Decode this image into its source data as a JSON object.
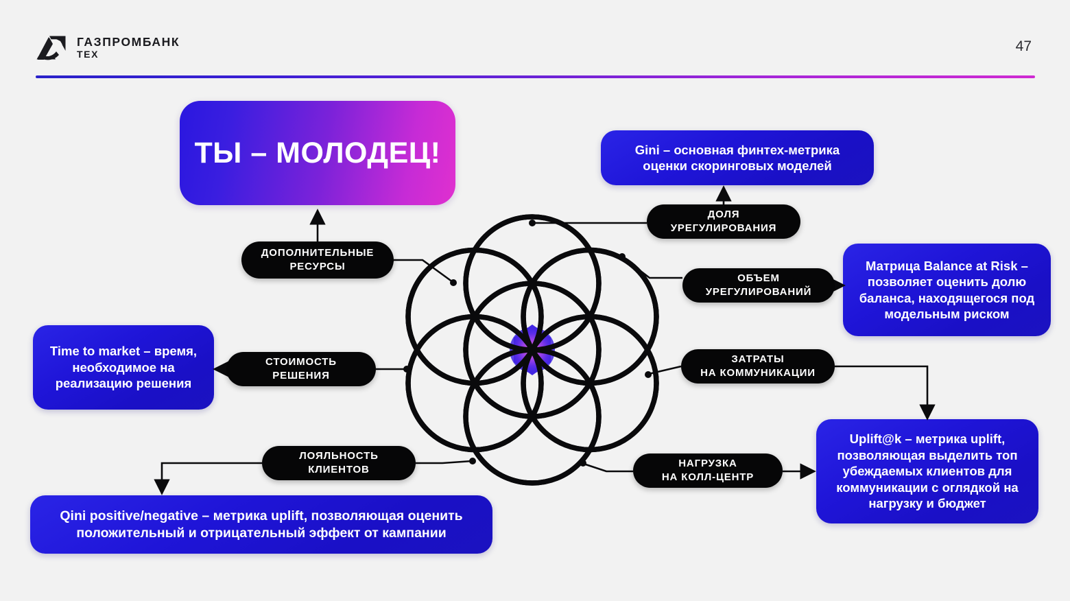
{
  "header": {
    "logo": {
      "line1": "ГАЗПРОМБАНК",
      "line2": "ТЕХ",
      "mark_icon": "gazprombank-logo-icon"
    },
    "page_number": "47",
    "divider_colors": [
      "#2a21c9",
      "#cf2ad2"
    ]
  },
  "hero": {
    "title": "ТЫ – МОЛОДЕЦ!",
    "gradient_from": "#2a17e0",
    "gradient_to": "#e030cf"
  },
  "cards": [
    {
      "id": "gini",
      "text": "Gini – основная финтех-метрика оценки скоринговых моделей",
      "color": "#1f15d8"
    },
    {
      "id": "balance_at_risk",
      "text": "Матрица Balance at Risk – позволяет оценить долю баланса, находящегося под модельным риском",
      "color": "#1f15d8"
    },
    {
      "id": "time_to_market",
      "text": "Time to market – время, необходимое на реализацию решения",
      "color": "#1f15d8"
    },
    {
      "id": "uplift_at_k",
      "text": "Uplift@k – метрика uplift, позволяющая выделить топ убеждаемых клиентов для коммуникации с оглядкой на нагрузку и бюджет",
      "color": "#1f15d8"
    },
    {
      "id": "qini",
      "text": "Qini positive/negative – метрика uplift, позволяющая оценить положительный и отрицательный эффект от кампании",
      "color": "#1f15d8"
    }
  ],
  "pills": [
    {
      "id": "dop_resursy",
      "line1": "ДОПОЛНИТЕЛЬНЫЕ",
      "line2": "РЕСУРСЫ"
    },
    {
      "id": "dolya_ureg",
      "line1": "ДОЛЯ",
      "line2": "УРЕГУЛИРОВАНИЯ"
    },
    {
      "id": "obyem_ureg",
      "line1": "ОБЪЕМ",
      "line2": "УРЕГУЛИРОВАНИЙ"
    },
    {
      "id": "stoimost",
      "line1": "СТОИМОСТЬ",
      "line2": "РЕШЕНИЯ"
    },
    {
      "id": "zatraty_komm",
      "line1": "ЗАТРАТЫ",
      "line2": "НА КОММУНИКАЦИИ"
    },
    {
      "id": "loyalnost",
      "line1": "ЛОЯЛЬНОСТЬ",
      "line2": "КЛИЕНТОВ"
    },
    {
      "id": "nagruzka",
      "line1": "НАГРУЗКА",
      "line2": "НА КОЛЛ-ЦЕНТР"
    }
  ],
  "diagram": {
    "name": "flower-of-life-diagram",
    "circle_count": 7,
    "stroke_color": "#0a0a0c",
    "center_gradient_inner": "#e862d8",
    "center_gradient_outer": "#2a1fe0"
  }
}
